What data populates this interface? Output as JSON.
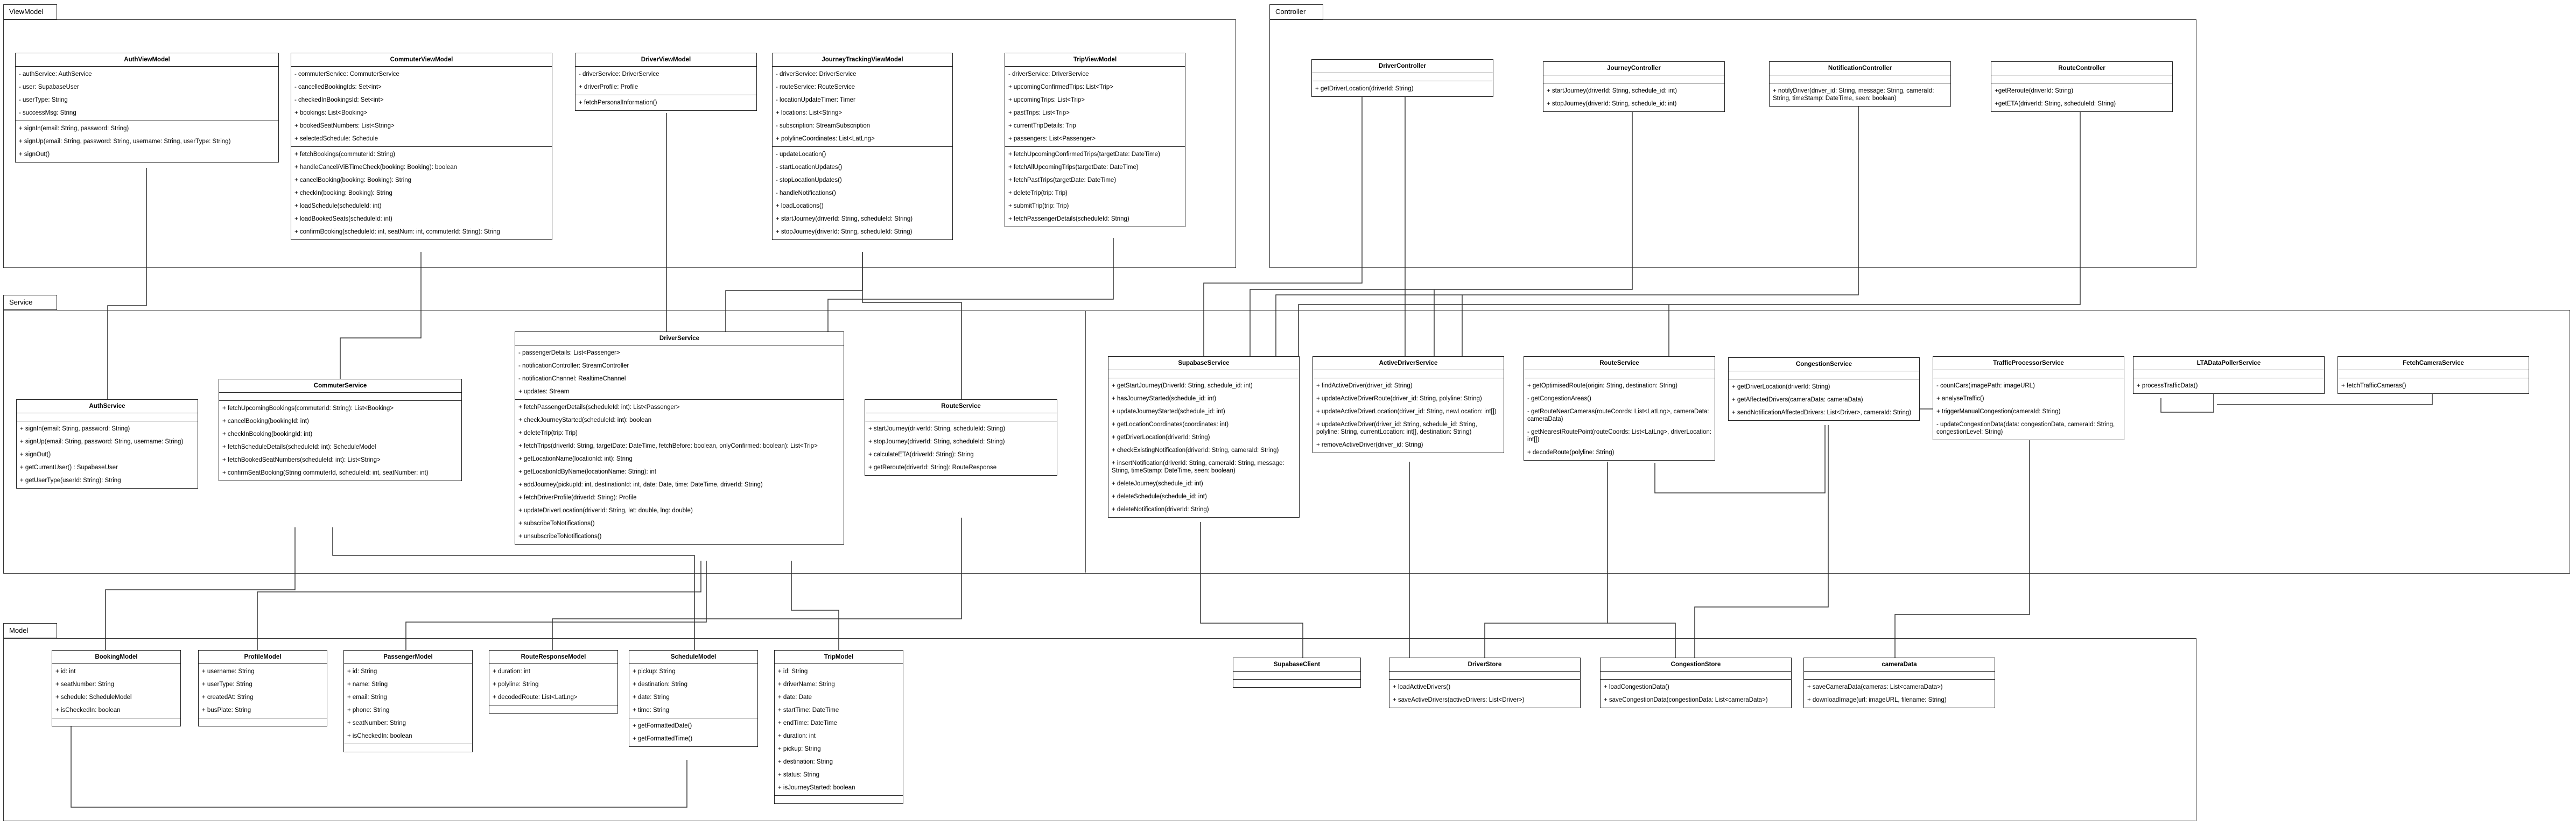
{
  "packages": {
    "viewmodel": "ViewModel",
    "controller": "Controller",
    "service": "Service",
    "model": "Model"
  },
  "classes": {
    "AuthViewModel": {
      "name": "AuthViewModel",
      "attributes": [
        "- authService: AuthService",
        "- user: SupabaseUser",
        "- userType: String",
        "- successMsg: String"
      ],
      "methods": [
        "+ signIn(email: String, password: String)",
        "+ signUp(email: String, password: String, username: String, userType: String)",
        "+ signOut()"
      ]
    },
    "CommuterViewModel": {
      "name": "CommuterViewModel",
      "attributes": [
        "- commuterService: CommuterService",
        "- cancelledBookingIds: Set<int>",
        "- checkedInBookingsId: Set<int>",
        "+ bookings: List<Booking>",
        "+ bookedSeatNumbers: List<String>",
        "+ selectedSchedule: Schedule"
      ],
      "methods": [
        "+ fetchBookings(commuterId: String)",
        "+ handleCancel/ViBTimeCheck(booking: Booking): boolean",
        "+ cancelBooking(booking: Booking): String",
        "+ checkIn(booking: Booking): String",
        "+ loadSchedule(scheduleId: int)",
        "+ loadBookedSeats(scheduleId: int)",
        "+ confirmBooking(scheduleId: int, seatNum: int, commuterId: String): String"
      ]
    },
    "DriverViewModel": {
      "name": "DriverViewModel",
      "attributes": [
        "- driverService: DriverService",
        "+ driverProfile: Profile"
      ],
      "methods": [
        "+ fetchPersonalInformation()"
      ]
    },
    "JourneyTrackingViewModel": {
      "name": "JourneyTrackingViewModel",
      "attributes": [
        "- driverService: DriverService",
        "- routeService: RouteService",
        "- locationUpdateTimer: Timer",
        "+ locations: List<String>",
        "- subscription: StreamSubscription",
        "+ polylineCoordinates: List<LatLng>"
      ],
      "methods": [
        "- updateLocation()",
        "- startLocationUpdates()",
        "- stopLocationUpdates()",
        "- handleNotifications()",
        "+ loadLocations()",
        "+ startJourney(driverId: String, scheduleId: String)",
        "+ stopJourney(driverId: String, scheduleId: String)"
      ]
    },
    "TripViewModel": {
      "name": "TripViewModel",
      "attributes": [
        "- driverService: DriverService",
        "+ upcomingConfirmedTrips: List<Trip>",
        "+ upcomingTrips: List<Trip>",
        "+ pastTrips: List<Trip>",
        "+ currentTripDetails: Trip",
        "+ passengers: List<Passenger>"
      ],
      "methods": [
        "+ fetchUpcomingConfirmedTrips(targetDate: DateTime)",
        "+ fetchAllUpcomingTrips(targetDate: DateTime)",
        "+ fetchPastTrips(targetDate: DateTime)",
        "+ deleteTrip(trip: Trip)",
        "+ submitTrip(trip: Trip)",
        "+ fetchPassengerDetails(scheduleId: String)"
      ]
    },
    "DriverController": {
      "name": "DriverController",
      "attributes": [],
      "methods": [
        "+ getDriverLocation(driverId: String)"
      ]
    },
    "JourneyController": {
      "name": "JourneyController",
      "attributes": [],
      "methods": [
        "+ startJourney(driverId: String, schedule_id: int)",
        "+ stopJourney(driverId: String, schedule_id: int)"
      ]
    },
    "NotificationController": {
      "name": "NotificationController",
      "attributes": [],
      "methods": [
        "+ notifyDriver(driver_id: String, message: String, cameraId: String, timeStamp: DateTime, seen: boolean)"
      ]
    },
    "RouteController": {
      "name": "RouteController",
      "attributes": [],
      "methods": [
        "+getReroute(driverId: String)",
        "+getETA(driverId: String, scheduleId: String)"
      ]
    },
    "AuthService": {
      "name": "AuthService",
      "attributes": [],
      "methods": [
        "+ signIn(email: String, password: String)",
        "+ signUp(email: String, password: String, username: String)",
        "+ signOut()",
        "+ getCurrentUser() : SupabaseUser",
        "+ getUserType(userId: String): String"
      ]
    },
    "CommuterService": {
      "name": "CommuterService",
      "attributes": [],
      "methods": [
        "+ fetchUpcomingBookings(commuterId: String): List<Booking>",
        "+ cancelBooking(bookingId: int)",
        "+ checkInBooking(bookingId: int)",
        "+ fetchScheduleDetails(scheduleId: int): ScheduleModel",
        "+ fetchBookedSeatNumbers(scheduleId: int): List<String>",
        "+ confirmSeatBooking(String commuterId, scheduleId: int, seatNumber: int)"
      ]
    },
    "DriverService": {
      "name": "DriverService",
      "attributes": [
        "- passengerDetails: List<Passenger>",
        "- notificationController: StreamController",
        "- notificationChannel: RealtimeChannel",
        "+ updates: Stream"
      ],
      "methods": [
        "+ fetchPassengerDetails(scheduleId: int): List<Passenger>",
        "+ checkJourneyStarted(scheduleId: int): boolean",
        "+ deleteTrip(trip: Trip)",
        "+ fetchTrips(driverId: String, targetDate: DateTime, fetchBefore: boolean, onlyConfirmed: boolean): List<Trip>",
        "+ getLocationName(locationId: int): String",
        "+ getLocationIdByName(locationName: String): int",
        "+ addJourney(pickupId: int, destinationId: int, date: Date, time: DateTime, driverId: String)",
        "+ fetchDriverProfile(driverId: String): Profile",
        "+ updateDriverLocation(driverId: String, lat: double, lng: double)",
        "+ subscribeToNotifications()",
        "+ unsubscribeToNotifications()"
      ]
    },
    "RouteService": {
      "name": "RouteService",
      "attributes": [],
      "methods": [
        "+ startJourney(driverId: String, scheduleId: String)",
        "+ stopJourney(driverId: String, scheduleId: String)",
        "+ calculateETA(driverId: String): String",
        "+ getReroute(driverId: String): RouteResponse"
      ]
    },
    "SupabaseService": {
      "name": "SupabaseService",
      "attributes": [],
      "methods": [
        "+ getStartJourney(DriverId: String, schedule_id: int)",
        "+ hasJourneyStarted(schedule_id: int)",
        "+ updateJourneyStarted(schedule_id: int)",
        "+ getLocationCoordinates(coordinates: int)",
        "+ getDriverLocation(driverId: String)",
        "+ checkExistingNotification(driverId: String, cameraId: String)",
        "+ insertNotification(driverId: String, cameraId: String, message: String, timeStamp: DateTime, seen: boolean)",
        "+ deleteJourney(schedule_id: int)",
        "+ deleteSchedule(schedule_id: int)",
        "+ deleteNotification(driverId: String)"
      ]
    },
    "ActiveDriverService": {
      "name": "ActiveDriverService",
      "attributes": [],
      "methods": [
        "+ findActiveDriver(driver_id: String)",
        "+ updateActiveDriverRoute(driver_id: String, polyline: String)",
        "+ updateActiveDriverLocation(driver_id: String, newLocation: int[])",
        "+ updateActiveDriver(driver_id: String, schedule_id: String, polyline: String, currentLocation: int[], destination: String)",
        "+ removeActiveDriver(driver_id: String)"
      ]
    },
    "RouteService2": {
      "name": "RouteService",
      "attributes": [],
      "methods": [
        "+ getOptimisedRoute(origin: String, destination: String)",
        "- getCongestionAreas()",
        "- getRouteNearCameras(routeCoords: List<LatLng>, cameraData: cameraData)",
        "- getNearestRoutePoint(routeCoords: List<LatLng>, driverLocation: int[])",
        "+ decodeRoute(polyline: String)"
      ]
    },
    "CongestionService": {
      "name": "CongestionService",
      "attributes": [],
      "methods": [
        "+ getDriverLocation(driverId: String)",
        "+ getAffectedDrivers(cameraData: cameraData)",
        "+ sendNotificationAffectedDrivers: List<Driver>, cameraId: String)"
      ]
    },
    "TrafficProcessorService": {
      "name": "TrafficProcessorService",
      "attributes": [],
      "methods": [
        "- countCars(imagePath: imageURL)",
        "+ analyseTraffic()",
        "+ triggerManualCongestion(cameraId: String)",
        "- updateCongestionData(data: congestionData, cameraId: String, congestionLevel: String)"
      ]
    },
    "LTADataPollerService": {
      "name": "LTADataPollerService",
      "attributes": [],
      "methods": [
        "+ processTrafficData()"
      ]
    },
    "FetchCameraService": {
      "name": "FetchCameraService",
      "attributes": [],
      "methods": [
        "+ fetchTrafficCameras()"
      ]
    },
    "BookingModel": {
      "name": "BookingModel",
      "attributes": [
        "+ id: int",
        "+ seatNumber: String",
        "+ schedule: ScheduleModel",
        "+ isCheckedIn: boolean"
      ],
      "methods": []
    },
    "ProfileModel": {
      "name": "ProfileModel",
      "attributes": [
        "+ username: String",
        "+ userType: String",
        "+ createdAt: String",
        "+ busPlate: String"
      ],
      "methods": []
    },
    "PassengerModel": {
      "name": "PassengerModel",
      "attributes": [
        "+ id: String",
        "+ name: String",
        "+ email: String",
        "+ phone: String",
        "+ seatNumber: String",
        "+ isCheckedIn: boolean"
      ],
      "methods": []
    },
    "RouteResponseModel": {
      "name": "RouteResponseModel",
      "attributes": [
        "+ duration: int",
        "+ polyline: String",
        "+ decodedRoute: List<LatLng>"
      ],
      "methods": []
    },
    "ScheduleModel": {
      "name": "ScheduleModel",
      "attributes": [
        "+ pickup: String",
        "+ destination: String",
        "+ date: String",
        "+ time: String"
      ],
      "methods": [
        "+ getFormattedDate()",
        "+ getFormattedTime()"
      ]
    },
    "TripModel": {
      "name": "TripModel",
      "attributes": [
        "+ id: String",
        "+ driverName: String",
        "+ date: Date",
        "+ startTime: DateTime",
        "+ endTime: DateTime",
        "+ duration: int",
        "+ pickup: String",
        "+ destination: String",
        "+ status: String",
        "+ isJourneyStarted: boolean"
      ],
      "methods": []
    },
    "SupabaseClient": {
      "name": "SupabaseClient",
      "attributes": [],
      "methods": []
    },
    "DriverStore": {
      "name": "DriverStore",
      "attributes": [],
      "methods": [
        "+ loadActiveDrivers()",
        "+ saveActiveDrivers(activeDrivers: List<Driver>)"
      ]
    },
    "CongestionStore": {
      "name": "CongestionStore",
      "attributes": [],
      "methods": [
        "+ loadCongestionData()",
        "+ saveCongestionData(congestionData: List<cameraData>)"
      ]
    },
    "cameraData": {
      "name": "cameraData",
      "attributes": [],
      "methods": [
        "+ saveCameraData(cameras: List<cameraData>)",
        "+ downloadImage(url: imageURL, filename: String)"
      ]
    }
  }
}
